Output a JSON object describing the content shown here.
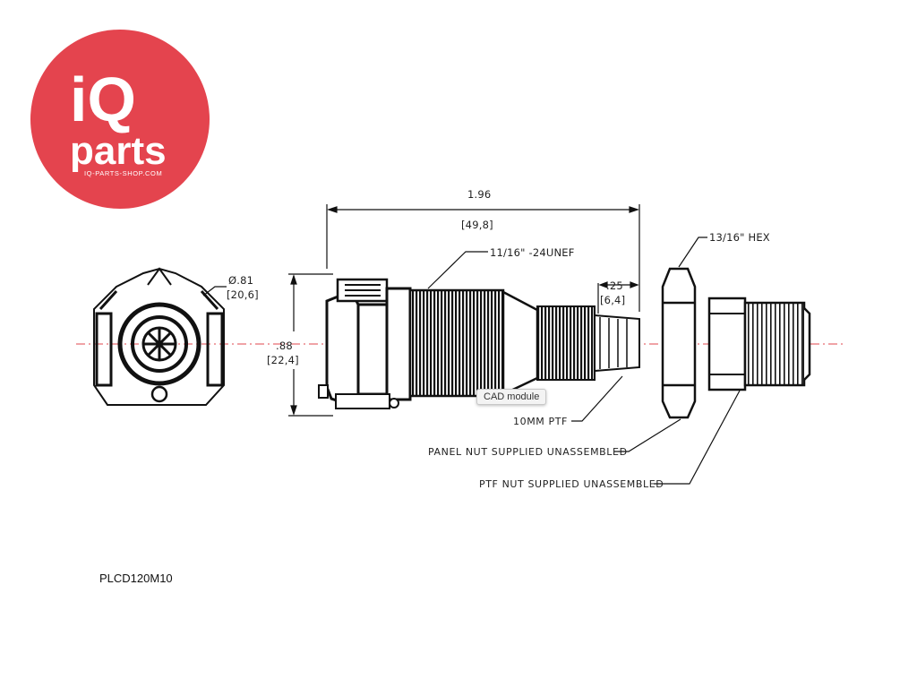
{
  "logo": {
    "line1": "iQ",
    "line2": "parts",
    "url": "IQ-PARTS-SHOP.COM",
    "color": "#e4444e"
  },
  "dimensions": {
    "overall_length": "1.96",
    "overall_length_mm": "[49,8]",
    "thread": "11/16\" -24UNEF",
    "tip_length": ".25",
    "tip_length_mm": "[6,4]",
    "height": ".88",
    "height_mm": "[22,4]",
    "diameter": "Ø.81",
    "diameter_mm": "[20,6]",
    "hex": "13/16\" HEX"
  },
  "callouts": {
    "ptf": "10MM PTF",
    "panel_nut": "PANEL NUT SUPPLIED UNASSEMBLED",
    "ptf_nut": "PTF NUT SUPPLIED UNASSEMBLED"
  },
  "tooltip": "CAD module",
  "part_number": "PLCD120M10",
  "colors": {
    "centerline": "#e0474c",
    "ink": "#111111"
  }
}
